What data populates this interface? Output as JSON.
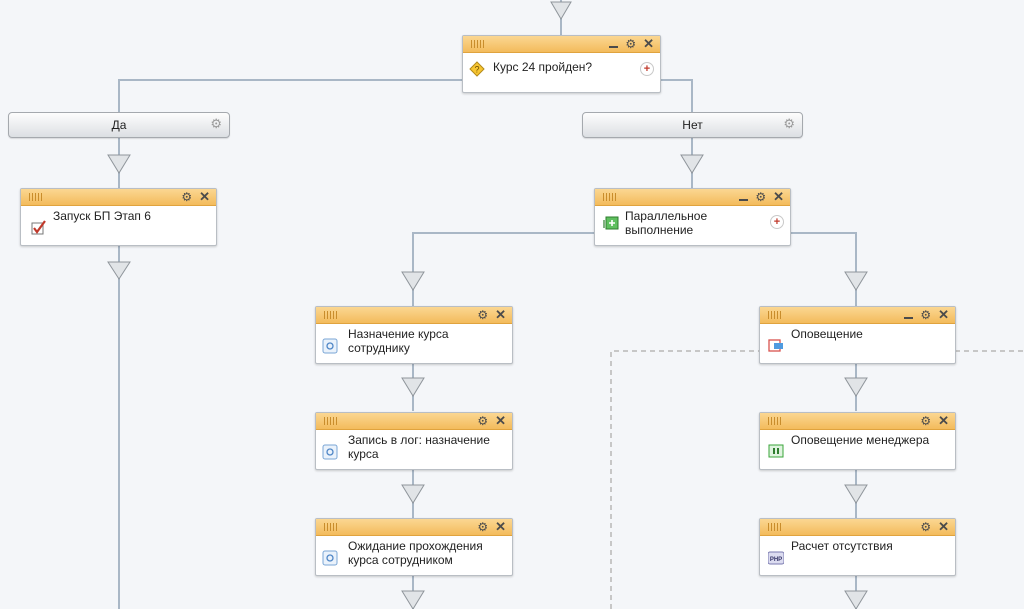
{
  "nodes": {
    "condition": {
      "label": "Курс 24 пройден?",
      "icon": "condition-icon"
    },
    "branch_yes": {
      "label": "Да"
    },
    "branch_no": {
      "label": "Нет"
    },
    "start_bp": {
      "label": "Запуск БП Этап 6",
      "icon": "checkbox-icon"
    },
    "parallel": {
      "label_line1": "Параллельное",
      "label_line2": "выполнение",
      "icon": "parallel-icon"
    },
    "assign_course": {
      "label_line1": "Назначение курса",
      "label_line2": "сотруднику",
      "icon": "activity-icon"
    },
    "log_entry": {
      "label_line1": "Запись в лог: назначение",
      "label_line2": "курса",
      "icon": "activity-icon"
    },
    "wait_course": {
      "label_line1": "Ожидание прохождения",
      "label_line2": "курса сотрудником",
      "icon": "activity-icon"
    },
    "notify": {
      "label": "Оповещение",
      "icon": "notify-icon"
    },
    "notify_manager": {
      "label": "Оповещение менеджера",
      "icon": "pause-icon"
    },
    "absence_calc": {
      "label": "Расчет отсутствия",
      "icon": "php-icon"
    }
  },
  "icon_text": {
    "php": "PHP"
  },
  "colors": {
    "header": "#f3bb5c",
    "connector": "#a9b7c6",
    "arrow_fill": "#d6d9dc"
  }
}
